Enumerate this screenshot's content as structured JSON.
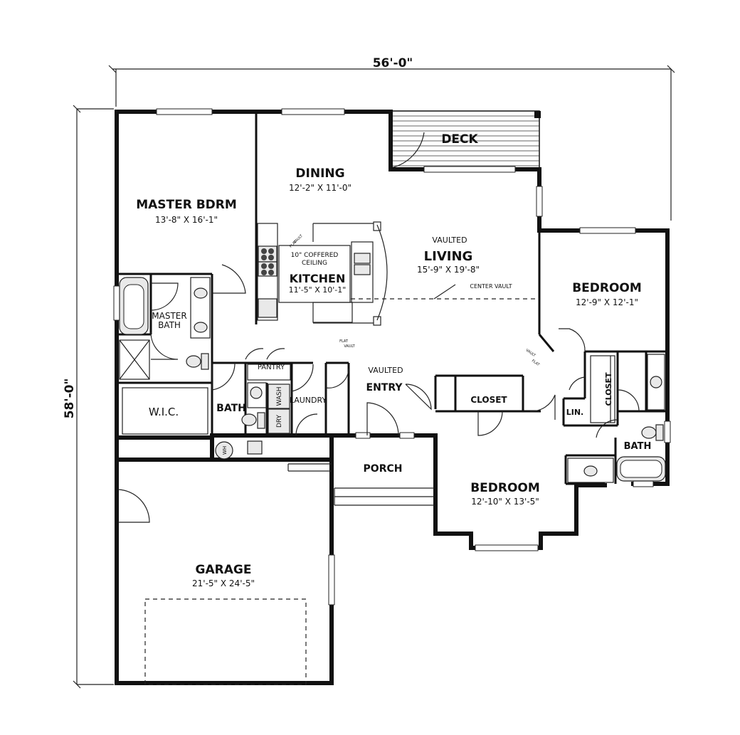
{
  "dimensions": {
    "overall_width": "56'-0\"",
    "overall_depth": "58'-0\""
  },
  "rooms": {
    "master_bedroom": {
      "name": "MASTER BDRM",
      "size": "13'-8\" X 16'-1\""
    },
    "dining": {
      "name": "DINING",
      "size": "12'-2\" X 11'-0\""
    },
    "deck": {
      "name": "DECK"
    },
    "kitchen": {
      "name": "KITCHEN",
      "size": "11'-5\" X 10'-1\"",
      "ceiling_note": [
        "10\" COFFERED",
        "CEILING"
      ]
    },
    "living": {
      "name": "LIVING",
      "size": "15'-9\" X 19'-8\"",
      "note": "VAULTED"
    },
    "bedroom_right": {
      "name": "BEDROOM",
      "size": "12'-9\" X 12'-1\""
    },
    "master_bath": {
      "name": [
        "MASTER",
        "BATH"
      ]
    },
    "wic": {
      "name": "W.I.C."
    },
    "bath_left": {
      "name": "BATH"
    },
    "pantry": {
      "name": "PANTRY"
    },
    "laundry": {
      "name": "LAUNDRY",
      "wash": "WASH",
      "dry": "DRY"
    },
    "entry": {
      "name": "ENTRY",
      "note": "VAULTED"
    },
    "closet_mid": {
      "name": "CLOSET"
    },
    "closet_right": {
      "name": "CLOSET"
    },
    "linen": {
      "name": "LIN."
    },
    "bath_right": {
      "name": "BATH"
    },
    "porch": {
      "name": "PORCH"
    },
    "bedroom_front": {
      "name": "BEDROOM",
      "size": "12'-10\" X 13'-5\""
    },
    "garage": {
      "name": "GARAGE",
      "size": "21'-5\" X 24'-5\""
    }
  },
  "annotations": {
    "center_vault": "CENTER VAULT",
    "water_heater": "WH",
    "flat_vault": [
      "FLAT",
      "VAULT"
    ],
    "vault_flat": [
      "VAULT",
      "FLAT"
    ]
  }
}
